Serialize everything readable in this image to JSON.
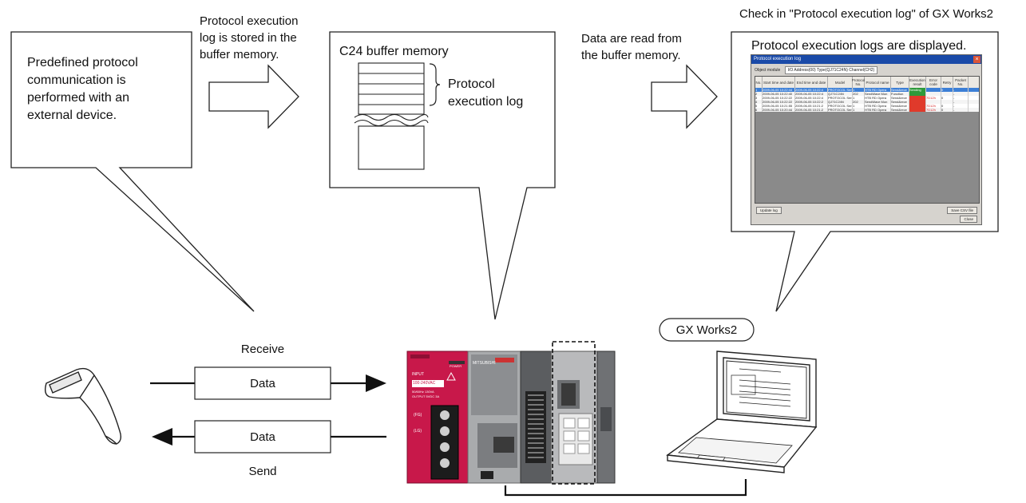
{
  "texts": {
    "predefined": "Predefined protocol\ncommunication is\nperformed with an\nexternal device.",
    "log_stored": "Protocol execution\nlog is stored in the\nbuffer memory.",
    "c24_buffer": "C24 buffer memory",
    "protocol_exec_log": "Protocol\nexecution log",
    "data_read": "Data are read from\nthe buffer memory.",
    "check_in": "Check in \"Protocol execution log\" of GX Works2",
    "logs_displayed": "Protocol execution logs are displayed.",
    "gx_works2": "GX Works2",
    "receive": "Receive",
    "data_top": "Data",
    "data_bottom": "Data",
    "send": "Send"
  },
  "screenshot": {
    "title": "Protocol execution log",
    "close_glyph": "×",
    "target_module_label": "Object module",
    "target_module_value": "I/O Address(00) Type(QJ71C24N) Channel(CH2)",
    "columns": [
      "No.",
      "Start time and date",
      "End time and date",
      "Model",
      "Protocol No.",
      "Protocol name",
      "Type",
      "Execution result",
      "Error code",
      "Retry",
      "Packet No."
    ],
    "rows": [
      [
        "1",
        "2009-06-05 10:22:44",
        "2009-06-05 10:22:4",
        "PROTOCOL Series",
        "1",
        "HTB RD Opera",
        "Send&rece",
        "Sending",
        "",
        "0",
        "-"
      ],
      [
        "2",
        "2009-06-05 10:22:40",
        "2009-06-05 10:22:4",
        "QJ71C24N",
        "202",
        "SendWave Mon",
        "Function",
        "",
        "",
        "",
        "-"
      ],
      [
        "3",
        "2009-06-05 10:22:22",
        "2009-06-05 10:22:4",
        "PROTOCOL Series",
        "1",
        "HTB RD Opera",
        "Send&rece",
        "",
        "7D12h",
        "0",
        "-"
      ],
      [
        "4",
        "2009-06-05 10:22:22",
        "2009-06-05 10:22:2",
        "QJ71C24N",
        "202",
        "SendWave Mon",
        "Send&rece",
        "",
        "",
        "",
        "-"
      ],
      [
        "5",
        "2009-06-05 10:21:55",
        "2009-06-05 10:21:2",
        "PROTOCOL Series",
        "1",
        "HTB RD Opera",
        "Send&rece",
        "",
        "7D12h",
        "0",
        "-"
      ],
      [
        "6",
        "2009-06-05 10:20:44",
        "2009-06-05 10:21:2",
        "PROTOCOL Series",
        "1",
        "HTB RD Opera",
        "Send&rece",
        "",
        "7D12h",
        "0",
        "-"
      ]
    ],
    "row_results": [
      "ok",
      "ok",
      "ng",
      "ng",
      "ng",
      "ng"
    ],
    "update_button": "Update log",
    "save_button": "Save CSV file",
    "close_button": "Close"
  },
  "plc": {
    "brand": "MITSUBISHI",
    "power_label": "POWER",
    "input_label": "INPUT",
    "input_voltage": "100-240VAC",
    "freq_label": "50/60Hz 130VA",
    "output_label": "OUTPUT 5VDC 3A",
    "fg_label": "(FG)",
    "lg_label": "(LG)"
  },
  "colors": {
    "power_supply": "#c8184a",
    "cpu_body": "#a9abad",
    "module_dark": "#5b5d60",
    "selection_blue": "#3c7fd6",
    "result_ok": "#2e9a3a",
    "result_ng": "#e03a2b"
  }
}
